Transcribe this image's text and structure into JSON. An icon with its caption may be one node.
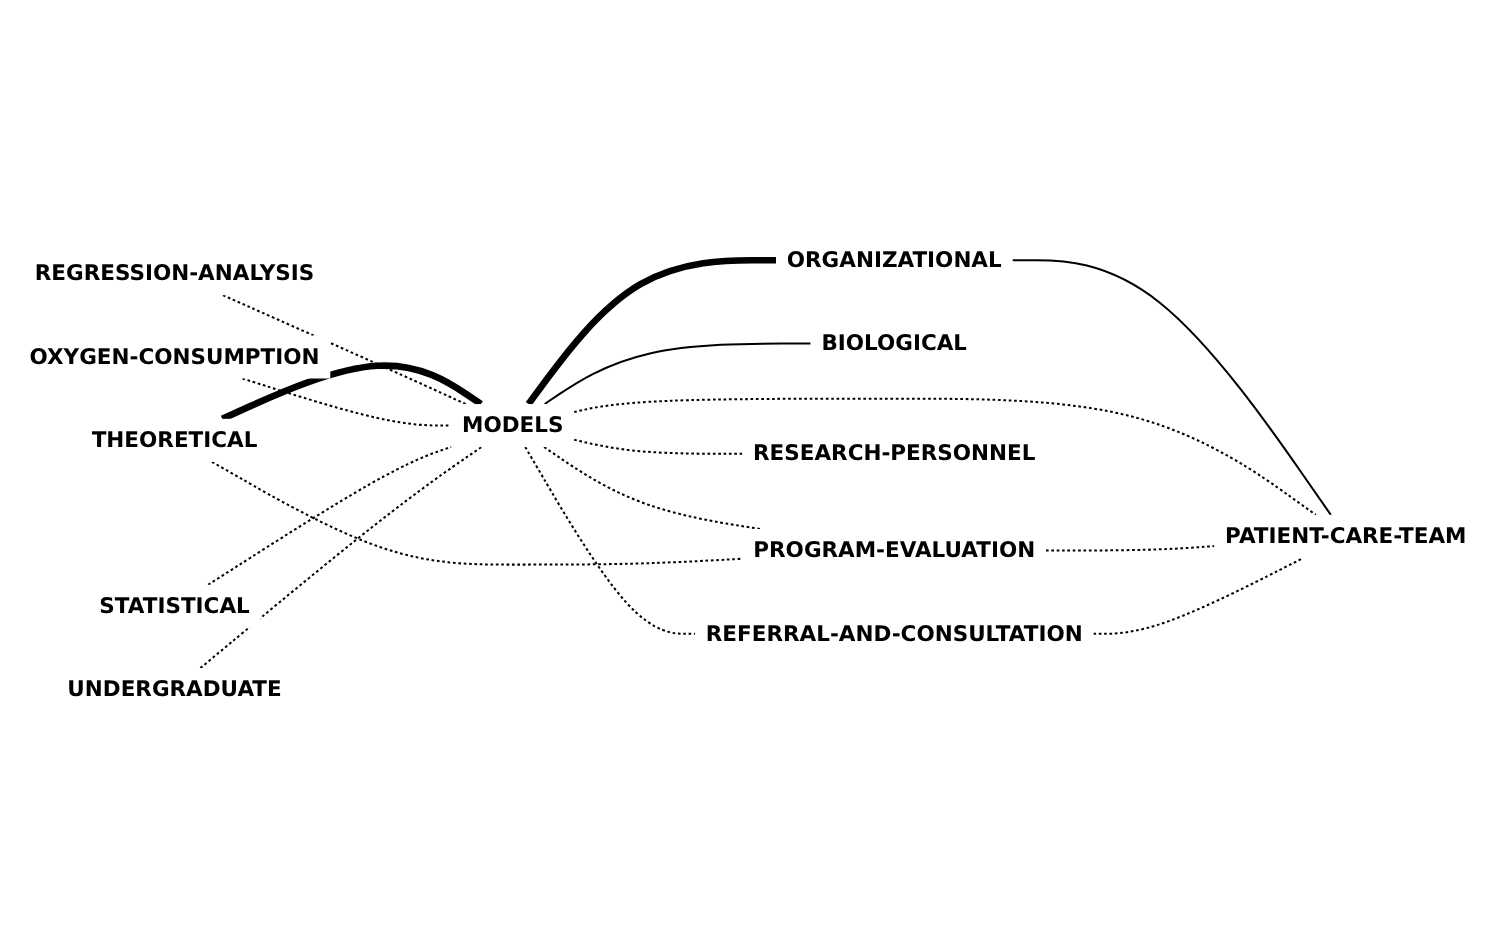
{
  "diagram": {
    "nodes": [
      {
        "text": [
          "THEORETICAL"
        ]
      },
      {
        "text": [
          "ORGANIZATIONAL"
        ]
      },
      {
        "text": [
          "REGRESSION-ANALYSIS"
        ]
      },
      {
        "text": [
          "BIOLOGICAL"
        ]
      },
      {
        "text": [
          "OXYGEN-CONSUMPTION"
        ]
      },
      {
        "text": [
          "MODELS"
        ]
      },
      {
        "text": [
          "PROGRAM-EVALUATION"
        ]
      },
      {
        "text": [
          "STATISTICAL"
        ]
      },
      {
        "text": [
          "PATIENT-CARE-TEAM"
        ]
      },
      {
        "text": [
          "UNDERGRADUATE"
        ]
      },
      {
        "text": [
          "RESEARCH-PERSONNEL"
        ]
      },
      {
        "text": [
          "REFERRAL-AND-CONSULTATION"
        ]
      }
    ],
    "edges": [
      {
        "from": 0,
        "to": 5,
        "arrow": "none",
        "style": "thick"
      },
      {
        "from": 5,
        "to": 1,
        "arrow": "none",
        "style": "thick"
      },
      {
        "from": 5,
        "to": 3,
        "arrow": "none"
      },
      {
        "from": 1,
        "to": 8,
        "arrow": "none"
      },
      {
        "from": 2,
        "to": 5,
        "arrow": "none",
        "style": "dashed"
      },
      {
        "from": 4,
        "to": 5,
        "arrow": "none",
        "style": "dashed"
      },
      {
        "from": 5,
        "to": 6,
        "arrow": "none",
        "style": "dashed"
      },
      {
        "from": 7,
        "to": 5,
        "arrow": "none",
        "style": "dashed"
      },
      {
        "from": 9,
        "to": 5,
        "arrow": "none",
        "style": "dashed"
      },
      {
        "from": 5,
        "to": 11,
        "arrow": "none",
        "style": "dashed"
      },
      {
        "from": 5,
        "to": 10,
        "arrow": "none",
        "style": "dashed"
      },
      {
        "from": 5,
        "to": 8,
        "arrow": "none",
        "style": "dashed"
      },
      {
        "from": 0,
        "to": 6,
        "arrow": "none",
        "style": "dashed"
      },
      {
        "from": 6,
        "to": 8,
        "arrow": "none",
        "style": "dashed"
      },
      {
        "from": 11,
        "to": 8,
        "arrow": "none",
        "style": "dashed"
      }
    ]
  }
}
